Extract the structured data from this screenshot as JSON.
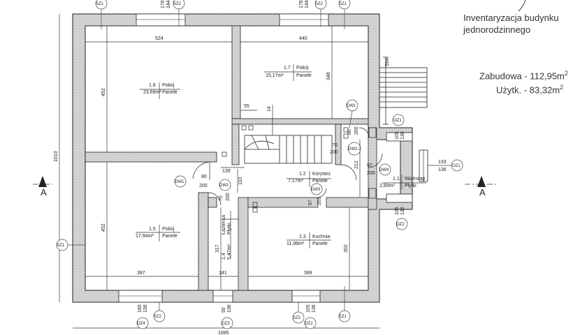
{
  "title": {
    "line1": "Inventaryzacja budynku",
    "line2": "jednorodzinnego"
  },
  "areas": {
    "built_label": "Zabudowa - 112,95m",
    "built_sup": "2",
    "usable_label": "Użytk. - 83,32m",
    "usable_sup": "2"
  },
  "section_marks": {
    "left": "A",
    "right": "A"
  },
  "rooms": [
    {
      "id": "1.6",
      "area": "23,69m²",
      "name": "Pokój",
      "floor": "Panele"
    },
    {
      "id": "1.7",
      "area": "15,17m²",
      "name": "Pokój",
      "floor": "Panele"
    },
    {
      "id": "1.5",
      "area": "17,94m²",
      "name": "Pokój",
      "floor": "Panele"
    },
    {
      "id": "1.2",
      "area": "7,17m²",
      "name": "Korytarz",
      "floor": "Panele"
    },
    {
      "id": "1.3",
      "area": "11,98m²",
      "name": "Kuchnia",
      "floor": "Panele"
    },
    {
      "id": "1.1",
      "area": "2,89m²",
      "name": "Wiatrołap",
      "floor": "Płytki"
    },
    {
      "id": "1.4",
      "area": "5,47m²",
      "name": "Łazienka",
      "floor": "Płytki"
    }
  ],
  "dimensions": {
    "d524": "524",
    "d440": "440",
    "d452a": "452",
    "d348": "348",
    "d1010": "1010",
    "d452b": "452",
    "d397": "397",
    "d141": "141",
    "d399": "399",
    "d1085": "1085",
    "d302": "302",
    "d317": "317",
    "d594": "594",
    "d212": "212",
    "d139": "139",
    "d110": "110",
    "d55": "55",
    "d14": "14",
    "d2035": "203",
    "d87": "87",
    "d70": "70",
    "d80": "80",
    "d200": "200",
    "d105": "105"
  },
  "openings": {
    "w_top_left_w": "176",
    "w_top_left_h": "144",
    "w_top_right_w": "176",
    "w_top_right_h": "144",
    "w_bot_left_w": "180",
    "w_bot_left_h": "136",
    "w_bot_mid_w": "50",
    "w_bot_mid_h": "136",
    "w_bot_right_w": "105",
    "w_bot_right_h": "136",
    "w_right_w": "133",
    "w_right_h": "136",
    "w_oz2_w": "105",
    "w_oz2_h": "136",
    "w_oz1_w": "105",
    "w_oz1_h": "136",
    "dw1a_w": "80",
    "dw1a_h": "200",
    "dw1b_w": "80",
    "dw1b_h": "200",
    "dw22_w": "70",
    "dw22_h": "200",
    "dw4_w": "97",
    "dw4_h": "200",
    "dw2_w": "70",
    "dw2_h": "200",
    "dw3_w": "87",
    "dw3_h": "203"
  },
  "tags": {
    "sz1": "SZ1",
    "sz2": "SZ2",
    "oz1": "OZ1",
    "oz2": "OZ2",
    "oz3": "OZ3",
    "oz4": "OZ4",
    "dw1": "DW1",
    "dw2": "DW2",
    "dw22": "DW2.2",
    "dw3": "DW3",
    "dw4": "DW4"
  },
  "colors": {
    "wall_fill": "#d9d9d9",
    "line": "#222222",
    "tag_stroke": "#444444"
  }
}
